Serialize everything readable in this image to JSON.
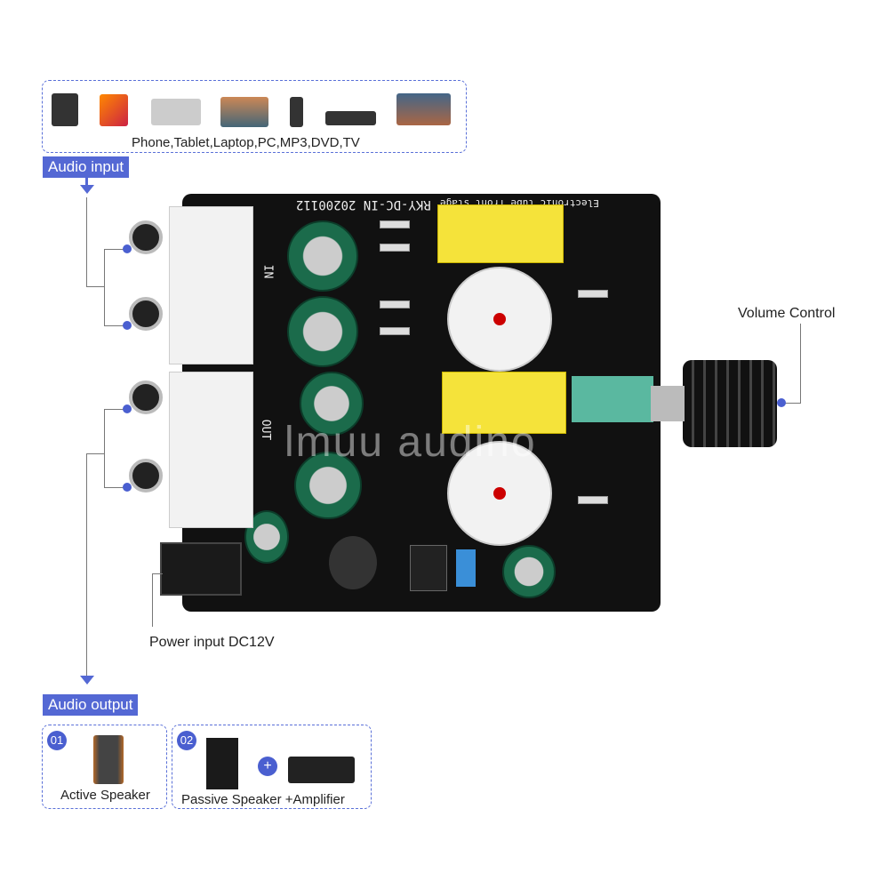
{
  "input_panel": {
    "devices": [
      "phone-icon",
      "tablet-icon",
      "laptop-icon",
      "pc-icon",
      "mp3-icon",
      "dvd-icon",
      "tv-icon"
    ],
    "caption": "Phone,Tablet,Laptop,PC,MP3,DVD,TV"
  },
  "audio_input_label": "Audio input",
  "audio_output_label": "Audio output",
  "volume_label": "Volume Control",
  "power_label": "Power input DC12V",
  "board": {
    "model": "RKY-DC-IN 20200112",
    "stage": "Electronic tube front stage",
    "in": "IN",
    "out": "OUT"
  },
  "watermark": "lmuu audino",
  "outputs": [
    {
      "num": "01",
      "label": "Active Speaker"
    },
    {
      "num": "02",
      "label": "Passive Speaker +Amplifier",
      "plus": "+"
    }
  ],
  "colors": {
    "accent": "#5468d4",
    "board": "#111111"
  }
}
